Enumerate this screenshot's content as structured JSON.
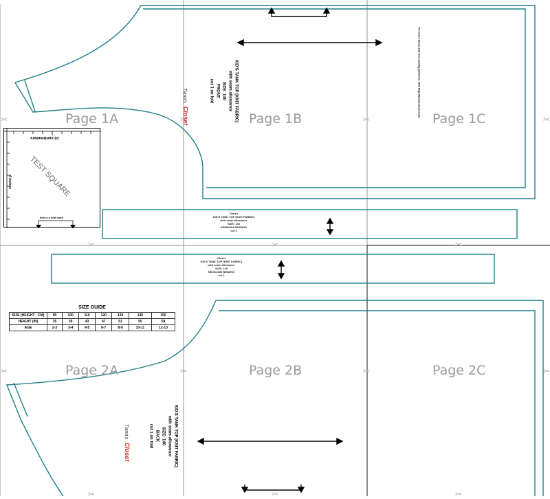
{
  "pages": {
    "p1a": "Page 1A",
    "p1b": "Page 1B",
    "p1c": "Page 1C",
    "p2a": "Page 2A",
    "p2b": "Page 2B",
    "p2c": "Page 2C"
  },
  "front_piece": {
    "line1": "KID'S TANK TOP (KNIT FABRIC)",
    "line2": "with seam allowance",
    "line3": "SIZE: 140",
    "line4": "FRONT",
    "line5": "cut 1 on fold"
  },
  "back_piece": {
    "line1": "KID'S TANK TOP (KNIT FABRIC)",
    "line2": "with seam allowance",
    "line3": "SIZE: 140",
    "line4": "BACK",
    "line5": "cut 1 on fold"
  },
  "armhole_binding": {
    "line1": "KID'S TANK TOP (KNIT FABRIC)",
    "line2": "with seam allowance",
    "line3": "SIZE: 140",
    "line4": "ARMHOLE BINDING",
    "line5": "cut 2"
  },
  "neckline_binding": {
    "line1": "KID'S TANK TOP (KNIT FABRIC)",
    "line2": "with seam allowance",
    "line3": "SIZE: 140",
    "line4": "NECKLINE BINDING",
    "line5": "cut 1"
  },
  "brand": {
    "top": "Tiana's",
    "bottom": "Closet"
  },
  "side_note": "For more ideas and free sewing patterns, visit http://tianascloset.com",
  "side_note_url": "http://tianascloset.com",
  "test_square": {
    "label": "TEST SQUARE",
    "top_measure": "10 centimeters",
    "side_measure": "4 inches",
    "fold_label": "this is a fold mark"
  },
  "size_guide": {
    "title": "SIZE GUIDE",
    "rows": [
      [
        "SIZE (HEIGHT - CM)",
        "90",
        "100",
        "110",
        "120",
        "130",
        "140",
        "150"
      ],
      [
        "HEIGHT (IN)",
        "35",
        "39",
        "43",
        "47",
        "51",
        "55",
        "59"
      ],
      [
        "AGE",
        "2-3",
        "3-4",
        "4-5",
        "6-7",
        "8-9",
        "10-11",
        "12-13"
      ]
    ]
  },
  "colors": {
    "pattern_line": "#1f7f86",
    "grid_line": "#9a9a9a",
    "page_label": "#9a9a9a"
  }
}
